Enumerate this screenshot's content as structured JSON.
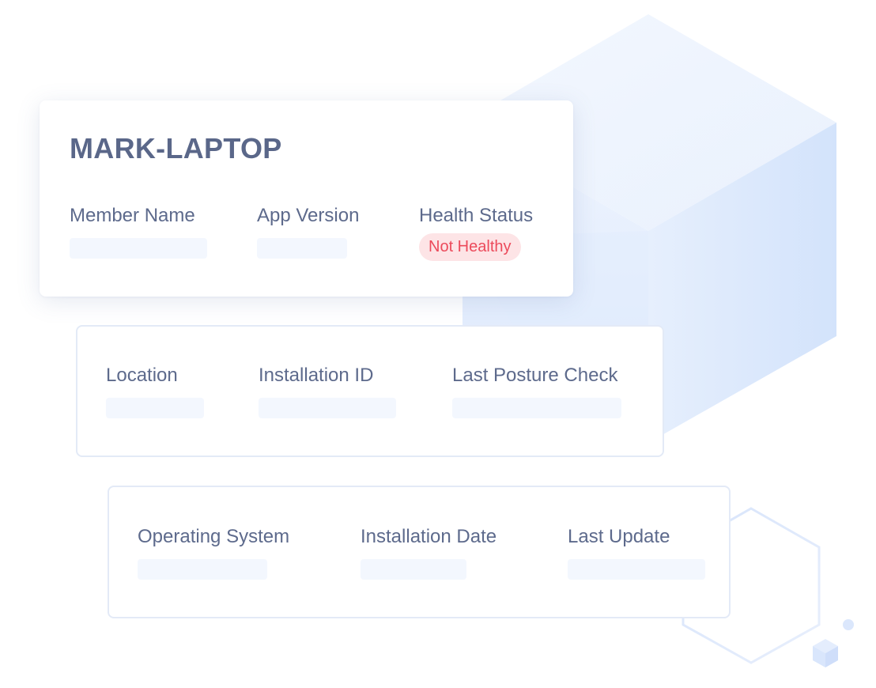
{
  "device": {
    "name": "MARK-LAPTOP"
  },
  "summary": {
    "member_name_label": "Member Name",
    "app_version_label": "App Version",
    "health_status_label": "Health Status",
    "health_status_value": "Not Healthy"
  },
  "details": {
    "location_label": "Location",
    "installation_id_label": "Installation ID",
    "last_posture_check_label": "Last Posture Check"
  },
  "system": {
    "operating_system_label": "Operating System",
    "installation_date_label": "Installation Date",
    "last_update_label": "Last Update"
  },
  "colors": {
    "label_text": "#5d6a8c",
    "title_text": "#5a6789",
    "status_error_text": "#ec4a5b",
    "status_error_bg": "#fde4e6",
    "placeholder": "#f3f7fe",
    "card_border": "#e3eaf7",
    "decor_blue": "#cfe0fb"
  }
}
